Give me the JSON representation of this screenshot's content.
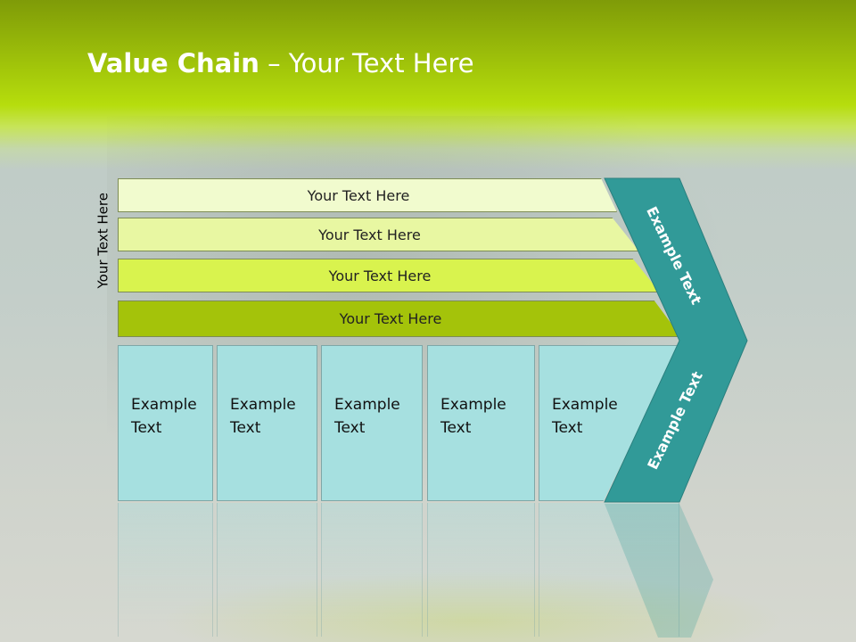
{
  "title": {
    "bold": "Value Chain",
    "rest": " – Your Text Here"
  },
  "side_label": "Your Text Here",
  "bands": [
    {
      "label": "Your Text Here"
    },
    {
      "label": "Your Text Here"
    },
    {
      "label": "Your Text Here"
    },
    {
      "label": "Your Text Here"
    }
  ],
  "boxes": [
    {
      "line1": "Example",
      "line2": "Text"
    },
    {
      "line1": "Example",
      "line2": "Text"
    },
    {
      "line1": "Example",
      "line2": "Text"
    },
    {
      "line1": "Example",
      "line2": "Text"
    },
    {
      "line1": "Example",
      "line2": "Text"
    }
  ],
  "chevron": {
    "upper_label": "Example Text",
    "lower_label": "Example Text"
  },
  "colors": {
    "header_green": "#a2c60a",
    "band_dark": "#a4c30a",
    "box_fill": "#a6e0e0",
    "chevron_teal": "#319a98"
  }
}
